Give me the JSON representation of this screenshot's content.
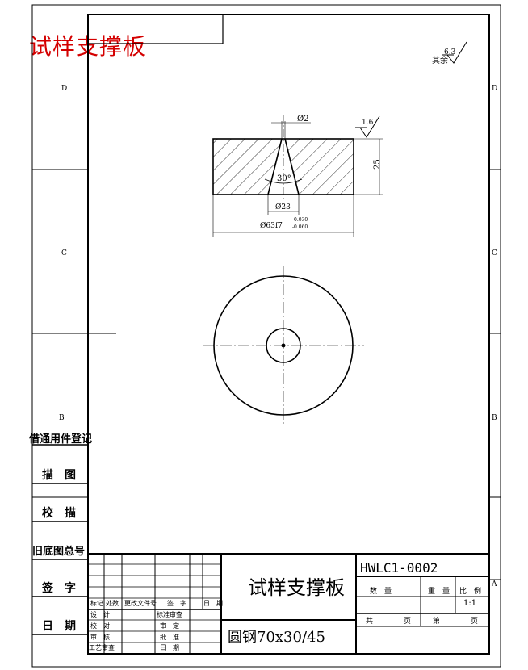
{
  "header": {
    "red_title": "试样支撑板"
  },
  "zones": {
    "left": [
      "D",
      "C",
      "B"
    ],
    "right": [
      "D",
      "C",
      "B",
      "A"
    ]
  },
  "roughness": {
    "value": "6.3",
    "label": "其余",
    "local_value": "1.6"
  },
  "dimensions": {
    "top_hole": "Ø2",
    "angle": "30°",
    "height": "25",
    "bottom_hole": "Ø23",
    "outer_diameter": "Ø63f7",
    "tol_upper": "-0.030",
    "tol_lower": "-0.060"
  },
  "side_column": {
    "b1": "借通用件登记",
    "b2": "描　图",
    "b3": "校　描",
    "b4": "旧底图总号",
    "b5": "签　字",
    "b6": "日　期"
  },
  "title_block": {
    "part_name": "试样支撑板",
    "drawing_no": "HWLC1-0002",
    "material": "圆钢70x30/45",
    "rev_mark": "标记",
    "rev_count": "处数",
    "rev_file": "更改文件号",
    "rev_sign": "签　字",
    "rev_date": "日　期",
    "design": "设　计",
    "proofread": "校　对",
    "review": "审　核",
    "process": "工艺审查",
    "std_review": "标准审查",
    "approve_check": "审　定",
    "approve": "批　准",
    "date": "日　期",
    "qty": "数　量",
    "weight": "重　量",
    "scale_label": "比　例",
    "scale": "1:1",
    "total": "共",
    "sheet": "页",
    "of": "第",
    "page": "页"
  }
}
